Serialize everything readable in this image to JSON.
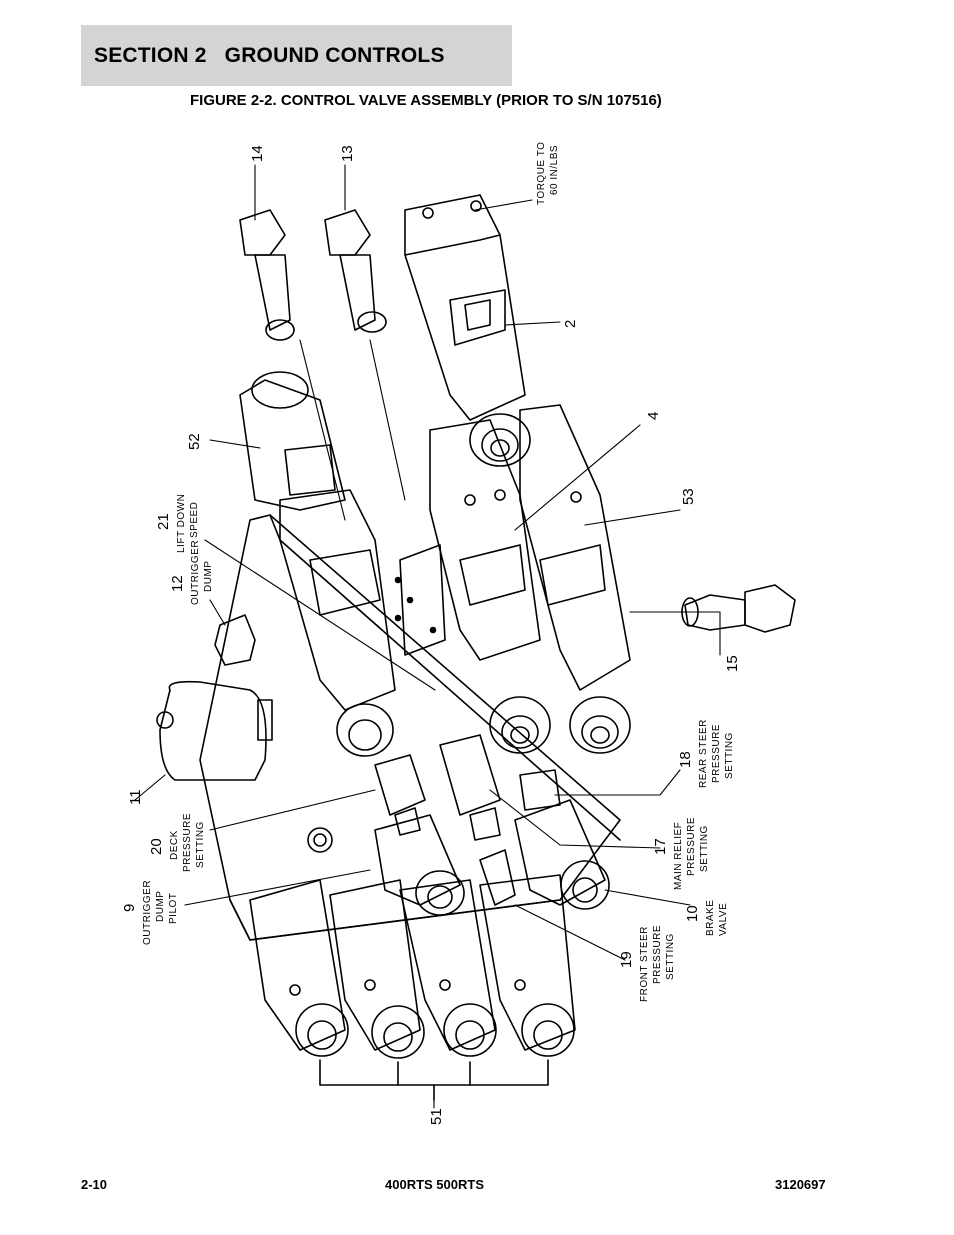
{
  "header": {
    "section_number": "SECTION 2",
    "section_title": "GROUND CONTROLS"
  },
  "figure": {
    "title": "FIGURE 2-2. CONTROL VALVE ASSEMBLY (PRIOR TO S/N 107516)"
  },
  "callouts": {
    "c14": "14",
    "c13": "13",
    "torque_line1": "TORQUE TO",
    "torque_line2": "60 IN/LBS",
    "c2": "2",
    "c4": "4",
    "c53": "53",
    "c52": "52",
    "c21": "21",
    "lift_down_1": "LIFT DOWN",
    "lift_down_2": "SPEED",
    "c12": "12",
    "outrigger_dump_1": "OUTRIGGER",
    "outrigger_dump_2": "DUMP",
    "c15": "15",
    "c18": "18",
    "rear_steer_1": "REAR STEER",
    "rear_steer_2": "PRESSURE",
    "rear_steer_3": "SETTING",
    "c11": "11",
    "c20": "20",
    "deck_1": "DECK",
    "deck_2": "PRESSURE",
    "deck_3": "SETTING",
    "c17": "17",
    "main_relief_1": "MAIN RELIEF",
    "main_relief_2": "PRESSURE",
    "main_relief_3": "SETTING",
    "c9": "9",
    "pilot_1": "OUTRIGGER",
    "pilot_2": "DUMP",
    "pilot_3": "PILOT",
    "c10": "10",
    "brake_1": "BRAKE",
    "brake_2": "VALVE",
    "c19": "19",
    "front_steer_1": "FRONT STEER",
    "front_steer_2": "PRESSURE",
    "front_steer_3": "SETTING",
    "c51": "51"
  },
  "footer": {
    "page": "2-10",
    "model": "400RTS 500RTS",
    "doc_number": "3120697"
  }
}
